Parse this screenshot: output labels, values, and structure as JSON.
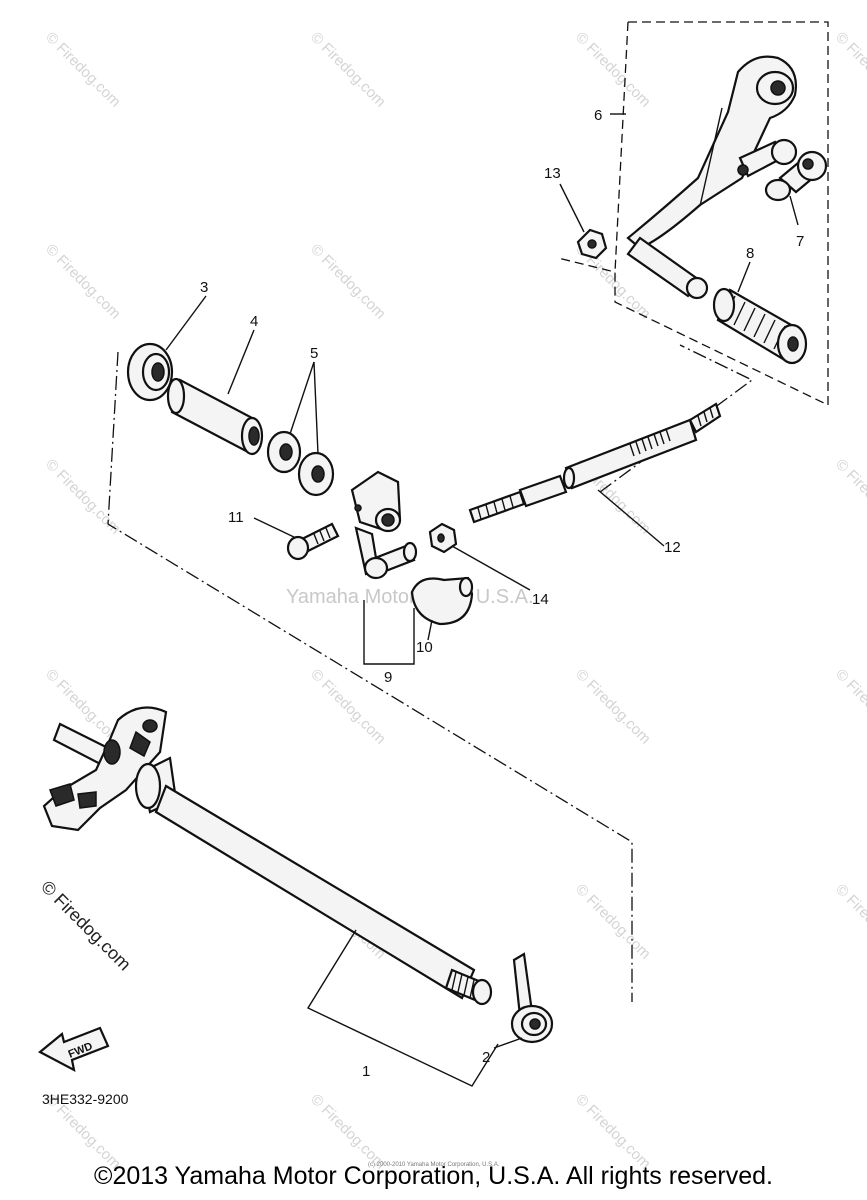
{
  "parts": [
    {
      "num": "1"
    },
    {
      "num": "2"
    },
    {
      "num": "3"
    },
    {
      "num": "4"
    },
    {
      "num": "5"
    },
    {
      "num": "6"
    },
    {
      "num": "7"
    },
    {
      "num": "8"
    },
    {
      "num": "9"
    },
    {
      "num": "10"
    },
    {
      "num": "11"
    },
    {
      "num": "12"
    },
    {
      "num": "13"
    },
    {
      "num": "14"
    }
  ],
  "watermark": {
    "text": "© Firedog.com",
    "center_text": "Yamaha Motor Corp, U.S.A."
  },
  "corner_mark": "© Firedog.com",
  "fwd_label": "FWD",
  "diagram_code": "3HE332-9200",
  "small_notice": "(c) 2000-2010 Yamaha Motor Corporation, U.S.A.",
  "copyright": "©2013 Yamaha Motor Corporation, U.S.A. All rights reserved.",
  "colors": {
    "ink": "#111111",
    "watermark": "#d4d4d4",
    "background": "#ffffff"
  }
}
